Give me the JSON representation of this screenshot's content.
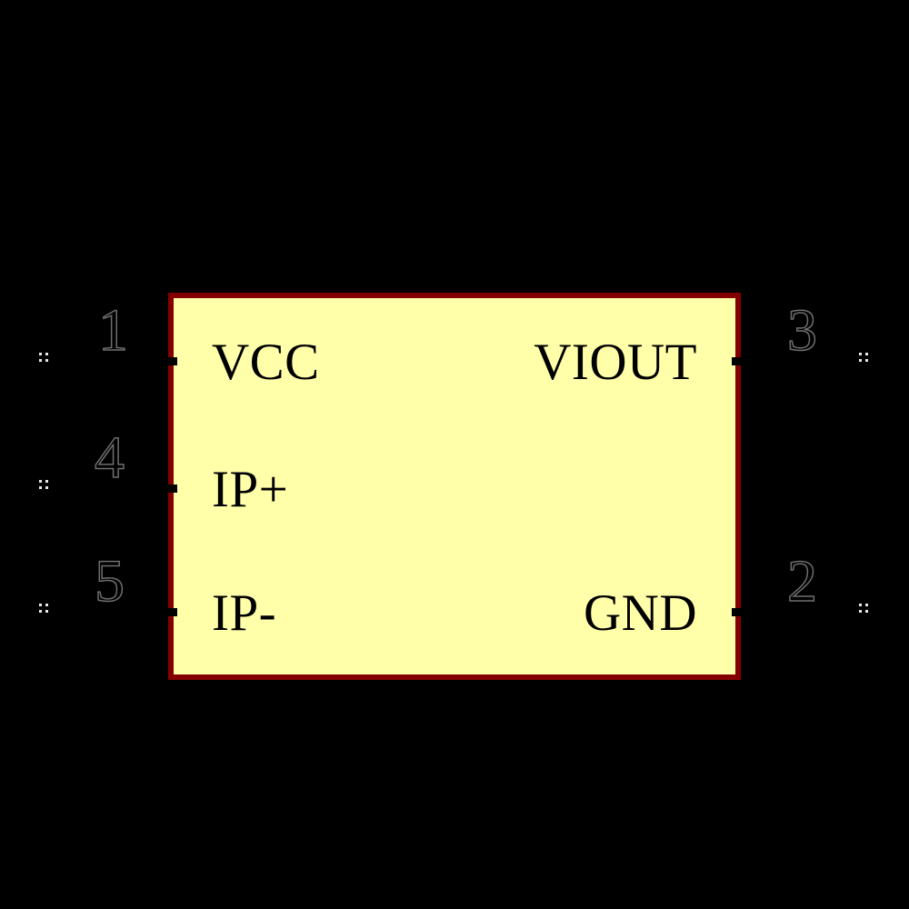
{
  "symbol": {
    "kind": "ic-schematic-symbol",
    "body": {
      "fill_color": "#FFFFAA",
      "outline_color": "#840000",
      "background_color": "#000000"
    },
    "pin_number_color": "#6E6E6E",
    "pin_name_color": "#000000",
    "pin_endpoint_color": "#E8E8E8"
  },
  "pins": [
    {
      "number": "1",
      "name": "VCC",
      "side": "left"
    },
    {
      "number": "4",
      "name": "IP+",
      "side": "left"
    },
    {
      "number": "5",
      "name": "IP-",
      "side": "left"
    },
    {
      "number": "3",
      "name": "VIOUT",
      "side": "right"
    },
    {
      "number": "2",
      "name": "GND",
      "side": "right"
    }
  ],
  "icons": {
    "pin_endpoint": "pin-endpoint-dots-icon",
    "pin_stub": "pin-stub-icon"
  }
}
